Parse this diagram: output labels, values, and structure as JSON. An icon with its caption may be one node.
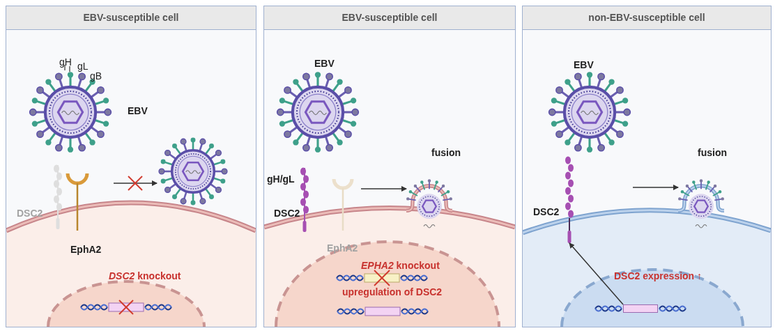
{
  "diagram": {
    "nodes": [
      {
        "text": [
          "EBV-susceptible cell"
        ]
      },
      {
        "text": [],
        "shape": "picture",
        "in": 0,
        "beside": [
          "EBV"
        ]
      },
      {
        "text": [],
        "shape": "picture",
        "in": 0
      },
      {
        "text": [
          "EBV-susceptible cell"
        ]
      },
      {
        "text": [],
        "shape": "picture",
        "in": 3,
        "beside": [
          "EBV"
        ]
      },
      {
        "text": [],
        "shape": "picture",
        "in": 3,
        "beside": [
          "fusion"
        ]
      },
      {
        "text": [
          "non-EBV-susceptible cell"
        ]
      },
      {
        "text": [],
        "shape": "picture",
        "in": 6,
        "beside": [
          "EBV"
        ]
      },
      {
        "text": [],
        "shape": "picture",
        "in": 6,
        "beside": [
          "fusion"
        ]
      },
      {
        "text": [],
        "shape": "picture",
        "in": 6,
        "beside": [
          "DSC2"
        ]
      },
      {
        "text": [],
        "shape": "bar",
        "in": 6
      }
    ],
    "edges": [
      {
        "from": 1,
        "to": 2,
        "arrow": "to"
      },
      {
        "from": 4,
        "to": 5,
        "arrow": "to"
      },
      {
        "from": 7,
        "to": 8,
        "arrow": "to"
      },
      {
        "from": 10,
        "to": 9,
        "arrow": "to"
      }
    ],
    "labels": [
      "gH",
      "gL",
      "gB",
      "DSC2",
      "EphA2",
      "*DSC2* knockout",
      "gH/gL",
      "DSC2",
      "EphA2",
      "*EPHA2* knockout",
      "upregulation of DSC2",
      "DSC2 expression ↑"
    ]
  }
}
